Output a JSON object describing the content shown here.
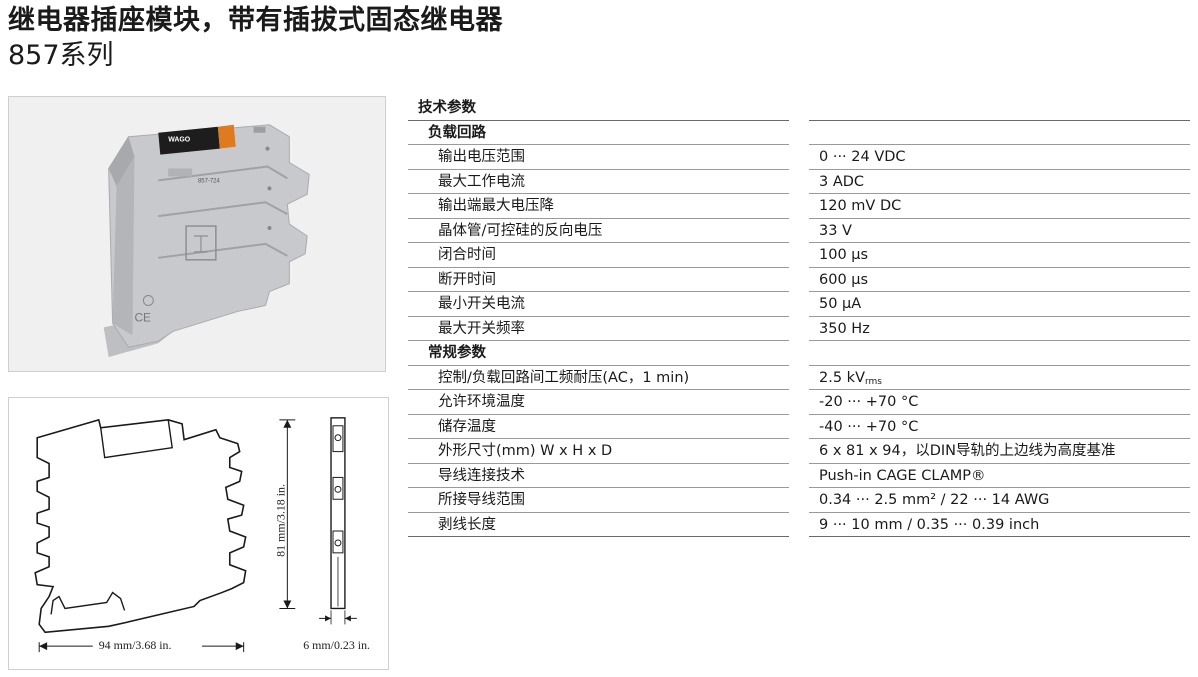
{
  "header": {
    "title": "继电器插座模块，带有插拔式固态继电器",
    "subtitle": "857系列"
  },
  "product_image": {
    "brand_logo": "WAGO",
    "model_label": "857-724"
  },
  "dimensions": {
    "width_label": "94 mm/3.68 in.",
    "height_label": "81 mm/3.18 in.",
    "depth_label": "6 mm/0.23 in."
  },
  "specs": {
    "heading": "技术参数",
    "sections": [
      {
        "title": "负载回路",
        "rows": [
          {
            "label": "输出电压范围",
            "value": "0 ··· 24 VDC"
          },
          {
            "label": "最大工作电流",
            "value": "3 ADC"
          },
          {
            "label": "输出端最大电压降",
            "value": "120 mV DC"
          },
          {
            "label": "晶体管/可控硅的反向电压",
            "value": "33 V"
          },
          {
            "label": "闭合时间",
            "value": "100 µs"
          },
          {
            "label": "断开时间",
            "value": "600 µs"
          },
          {
            "label": "最小开关电流",
            "value": "50 µA"
          },
          {
            "label": "最大开关频率",
            "value": "350 Hz"
          }
        ]
      },
      {
        "title": "常规参数",
        "rows": [
          {
            "label": "控制/负载回路间工频耐压(AC，1 min)",
            "value": "2.5 kV",
            "value_sub": "rms"
          },
          {
            "label": "允许环境温度",
            "value": "-20 ··· +70 °C"
          },
          {
            "label": "储存温度",
            "value": "-40 ··· +70 °C"
          },
          {
            "label": "外形尺寸(mm) W x H x D",
            "value": "6 x 81 x 94，以DIN导轨的上边线为高度基准"
          },
          {
            "label": "导线连接技术",
            "value": "Push-in CAGE CLAMP®"
          },
          {
            "label": "所接导线范围",
            "value": "0.34 ··· 2.5 mm² / 22 ··· 14 AWG"
          },
          {
            "label": "剥线长度",
            "value": "9 ··· 10 mm / 0.35 ··· 0.39 inch"
          }
        ]
      }
    ]
  }
}
